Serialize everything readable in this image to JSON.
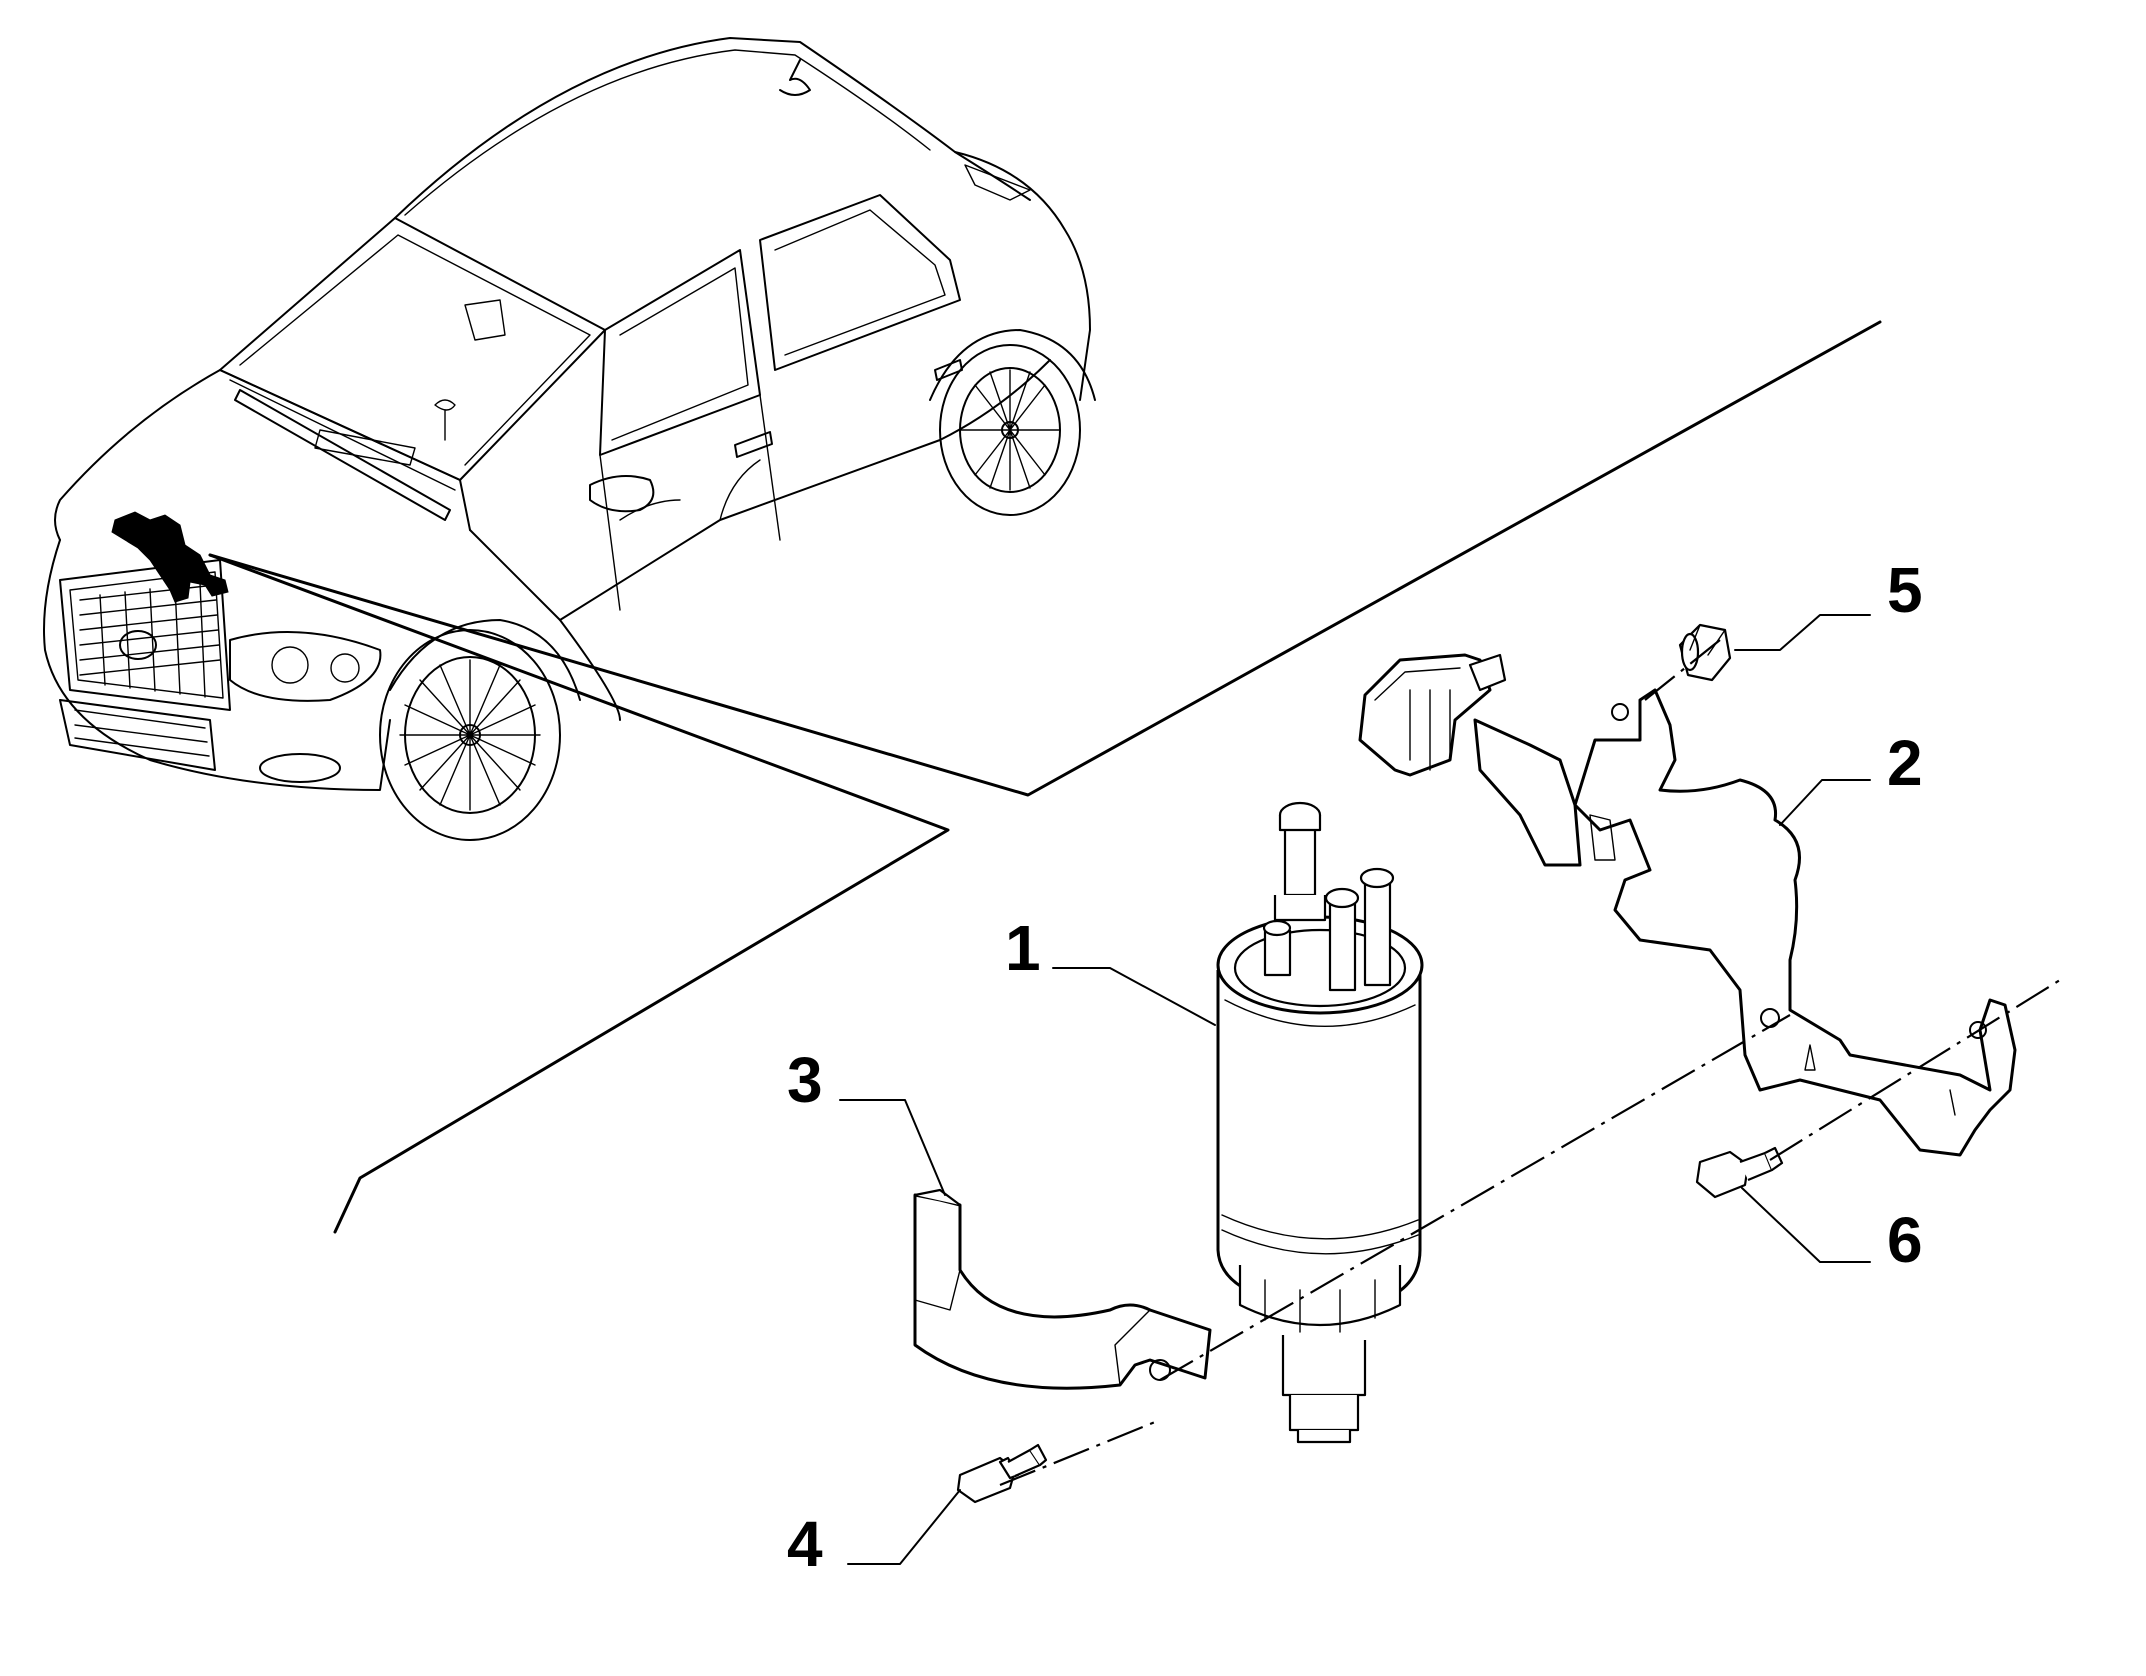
{
  "callouts": [
    {
      "number": "1",
      "target": "fuel-filter"
    },
    {
      "number": "2",
      "target": "mounting-bracket"
    },
    {
      "number": "3",
      "target": "filter-clamp"
    },
    {
      "number": "4",
      "target": "clamp-bolt"
    },
    {
      "number": "5",
      "target": "nut"
    },
    {
      "number": "6",
      "target": "bracket-bolt"
    }
  ]
}
